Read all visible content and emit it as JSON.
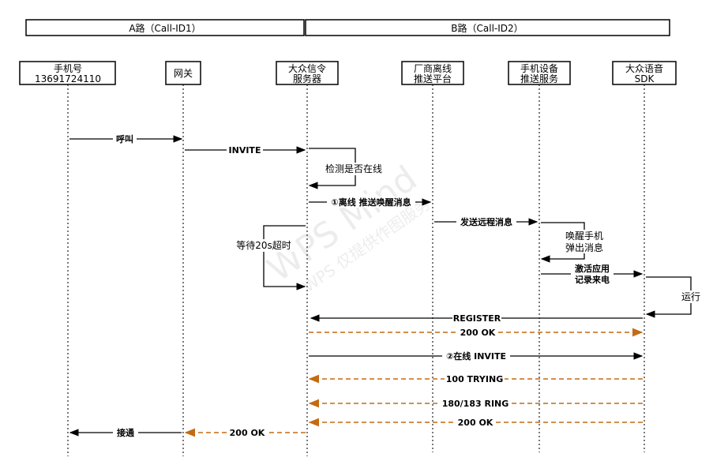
{
  "headers": {
    "a_route": "A路（Call-ID1）",
    "b_route": "B路（Call-ID2）"
  },
  "participants": [
    {
      "id": "phone",
      "line1": "手机号",
      "line2": "13691724110"
    },
    {
      "id": "gateway",
      "line1": "网关",
      "line2": ""
    },
    {
      "id": "signaling",
      "line1": "大众信令",
      "line2": "服务器"
    },
    {
      "id": "vendor-push",
      "line1": "厂商离线",
      "line2": "推送平台"
    },
    {
      "id": "device-push",
      "line1": "手机设备",
      "line2": "推送服务"
    },
    {
      "id": "sdk",
      "line1": "大众语音",
      "line2": "SDK"
    }
  ],
  "messages": {
    "call": "呼叫",
    "invite": "INVITE",
    "offline_push": "①离线 推送唤醒消息",
    "send_remote": "发送远程消息",
    "activate_line1": "激活应用",
    "activate_line2": "记录来电",
    "register": "REGISTER",
    "ok_200_a": "200 OK",
    "online_invite": "②在线 INVITE",
    "trying": "100 TRYING",
    "ring": "180/183 RING",
    "ok_200_b": "200 OK",
    "ok_200_c": "200 OK",
    "connected": "接通"
  },
  "notes": {
    "check_online": "检测是否在线",
    "wait_timeout": "等待20s超时",
    "wake_line1": "唤醒手机",
    "wake_line2": "弹出消息",
    "run": "运行"
  },
  "watermark": {
    "line1": "WPS Mind",
    "line2": "WPS 仅提供作图服务"
  },
  "colors": {
    "line": "#000000",
    "dashed_response": "#c46a12"
  }
}
